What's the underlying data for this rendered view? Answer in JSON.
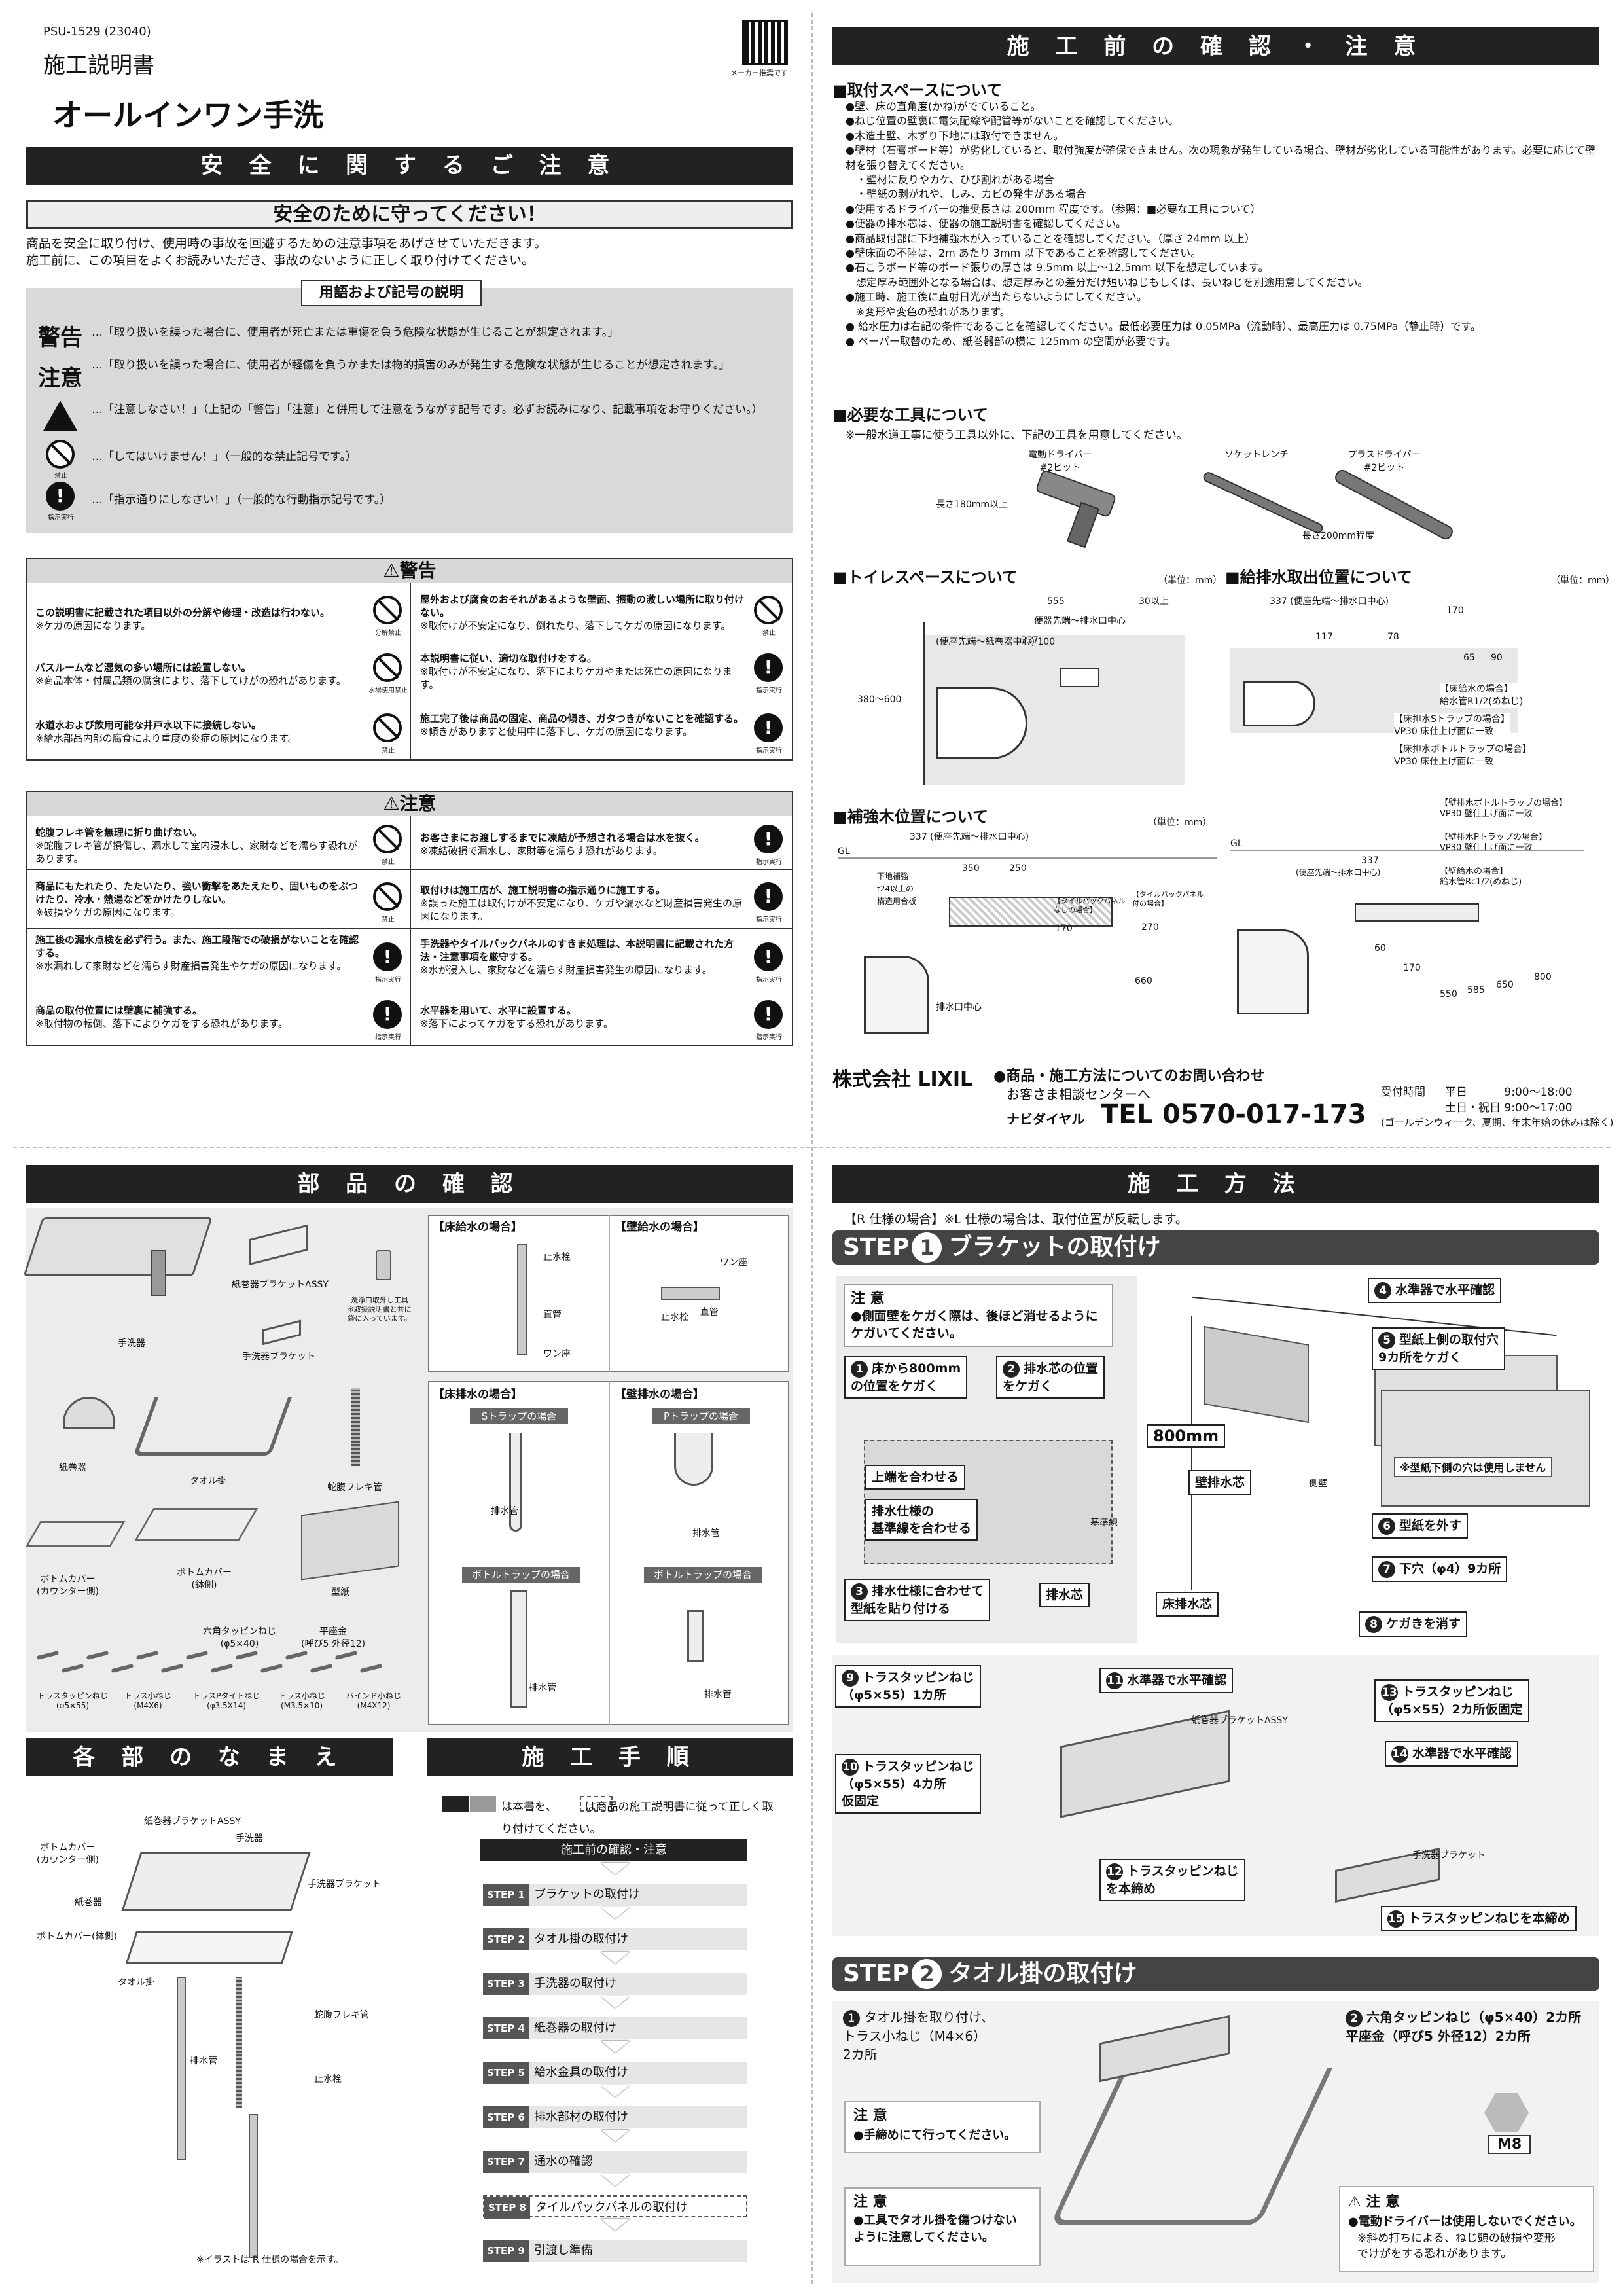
{
  "doc_code": "PSU-1529 (23040)",
  "doc_type": "施工説明書",
  "product": "オールインワン手洗",
  "qr_note": "メーカー推奨です",
  "safety": {
    "header": "安 全 に 関 す る ご 注 意",
    "subheader": "安全のために守ってください！",
    "intro1": "商品を安全に取り付け、使用時の事故を回避するための注意事項をあげさせていただきます。",
    "intro2": "施工前に、この項目をよくお読みいただき、事故のないように正しく取り付けてください。",
    "terms_title": "用語および記号の説明",
    "terms": [
      {
        "key": "警告",
        "text": "…「取り扱いを誤った場合に、使用者が死亡または重傷を負う危険な状態が生じることが想定されます。」"
      },
      {
        "key": "注意",
        "text": "…「取り扱いを誤った場合に、使用者が軽傷を負うかまたは物的損害のみが発生する危険な状態が生じることが想定されます。」"
      },
      {
        "key": "",
        "text": "…「注意しなさい！」（上記の「警告」「注意」と併用して注意をうながす記号です。必ずお読みになり、記載事項をお守りください。）"
      },
      {
        "key": "",
        "text": "…「してはいけません！」（一般的な禁止記号です。）",
        "icon_label": "禁止"
      },
      {
        "key": "",
        "text": "…「指示通りにしなさい！」（一般的な行動指示記号です。）",
        "icon_label": "指示実行"
      }
    ],
    "warning_title": "警告",
    "warnings": [
      {
        "t": "この説明書に記載された項目以外の分解や修理・改造は行わない。",
        "s": "※ケガの原因になります。",
        "icon": "分解禁止"
      },
      {
        "t": "屋外および腐食のおそれがあるような壁面、振動の激しい場所に取り付けない。",
        "s": "※取付けが不安定になり、倒れたり、落下してケガの原因になります。",
        "icon": "禁止"
      },
      {
        "t": "バスルームなど湿気の多い場所には設置しない。",
        "s": "※商品本体・付属品類の腐食により、落下してけがの恐れがあります。",
        "icon": "水場使用禁止"
      },
      {
        "t": "本説明書に従い、適切な取付けをする。",
        "s": "※取付けが不安定になり、落下によりケガやまたは死亡の原因になります。",
        "icon": "指示実行"
      },
      {
        "t": "水道水および飲用可能な井戸水以下に接続しない。",
        "s": "※給水部品内部の腐食により重度の炎症の原因になります。",
        "icon": "禁止"
      },
      {
        "t": "施工完了後は商品の固定、商品の傾き、ガタつきがないことを確認する。",
        "s": "※傾きがありますと使用中に落下し、ケガの原因になります。",
        "icon": "指示実行"
      }
    ],
    "caution_title": "注意",
    "cautions": [
      {
        "t": "蛇腹フレキ管を無理に折り曲げない。",
        "s": "※蛇腹フレキ管が損傷し、漏水して室内浸水し、家財などを濡らす恐れがあります。",
        "icon": "禁止"
      },
      {
        "t": "お客さまにお渡しするまでに凍結が予想される場合は水を抜く。",
        "s": "※凍結破損で漏水し、家財等を濡らす恐れがあります。",
        "icon": "指示実行"
      },
      {
        "t": "商品にもたれたり、たたいたり、強い衝撃をあたえたり、固いものをぶつけたり、冷水・熱湯などをかけたりしない。",
        "s": "※破損やケガの原因になります。",
        "icon": "禁止"
      },
      {
        "t": "取付けは施工店が、施工説明書の指示通りに施工する。",
        "s": "※誤った施工は取付けが不安定になり、ケガや漏水など財産損害発生の原因になります。",
        "icon": "指示実行"
      },
      {
        "t": "施工後の漏水点検を必ず行う。また、施工段階での破損がないことを確認する。",
        "s": "※水漏れして家財などを濡らす財産損害発生やケガの原因になります。",
        "icon": "指示実行"
      },
      {
        "t": "手洗器やタイルパックパネルのすきま処理は、本説明書に記載された方法・注意事項を厳守する。",
        "s": "※水が浸入し、家財などを濡らす財産損害発生の原因になります。",
        "icon": "指示実行"
      },
      {
        "t": "商品の取付位置には壁裏に補強する。",
        "s": "※取付物の転倒、落下によりケガをする恐れがあります。",
        "icon": "指示実行"
      },
      {
        "t": "水平器を用いて、水平に設置する。",
        "s": "※落下によってケガをする恐れがあります。",
        "icon": "指示実行"
      }
    ]
  },
  "precheck": {
    "header": "施 工 前 の 確 認 ・ 注 意",
    "space_title": "■取付スペースについて",
    "space_items": [
      "●壁、床の直角度(かね)がでていること。",
      "●ねじ位置の壁裏に電気配線や配管等がないことを確認してください。",
      "●木造土壁、木ずり下地には取付できません。",
      "●壁材（石膏ボード等）が劣化していると、取付強度が確保できません。次の現象が発生している場合、壁材が劣化している可能性があります。必要に応じて壁材を張り替えてください。",
      "　・壁材に反りやカケ、ひび割れがある場合",
      "　・壁紙の剥がれや、しみ、カビの発生がある場合",
      "●使用するドライバーの推奨長さは 200mm 程度です。（参照：■必要な工具について）",
      "●便器の排水芯は、便器の施工説明書を確認してください。",
      "●商品取付部に下地補強木が入っていることを確認してください。（厚さ 24mm 以上）",
      "●壁床面の不陸は、2m あたり 3mm 以下であることを確認してください。",
      "●石こうボード等のボード張りの厚さは 9.5mm 以上～12.5mm 以下を想定しています。",
      "　想定厚み範囲外となる場合は、想定厚みとの差分だけ短いねじもしくは、長いねじを別途用意してください。",
      "●施工時、施工後に直射日光が当たらないようにしてください。",
      "　※変形や変色の恐れがあります。",
      "● 給水圧力は右記の条件であることを確認してください。最低必要圧力は 0.05MPa（流動時）、最高圧力は 0.75MPa（静止時）です。",
      "● ペーパー取替のため、紙巻器部の横に 125mm の空間が必要です。"
    ],
    "tools_title": "■必要な工具について",
    "tools_note": "※一般水道工事に使う工具以外に、下記の工具を用意してください。",
    "tools": [
      {
        "name": "電動ドライバー\n#2ビット",
        "len": "長さ180mm以上"
      },
      {
        "name": "ソケットレンチ",
        "len": ""
      },
      {
        "name": "プラスドライバー\n#2ビット",
        "len": "長さ200mm程度"
      }
    ],
    "toilet_title": "■トイレスペースについて",
    "supply_title": "■給排水取出位置について",
    "wood_title": "■補強木位置について",
    "unit": "（単位：mm）",
    "toilet_dims": {
      "a": "555",
      "b": "30以上",
      "c": "337",
      "d": "(便座先端～紙巻器中心) 100",
      "e": "380～600",
      "f": "便器先端～排水口中心"
    },
    "supply_dims": {
      "a": "337 (便座先端～排水口中心)",
      "b": "170",
      "c": "117",
      "d": "78",
      "e": "65",
      "f": "90",
      "g": "【床給水の場合】\n給水管R1/2(めねじ)",
      "h": "【床排水Sトラップの場合】\nVP30 床仕上げ面に一致",
      "i": "【床排水ボトルトラップの場合】\nVP30 床仕上げ面に一致"
    },
    "wood_dims": {
      "a": "337 (便座先端～排水口中心)",
      "b": "350",
      "c": "250",
      "d": "170",
      "e": "270",
      "f": "660",
      "g": "下地補強\nt24以上の\n構造用合板",
      "h": "排水口中心",
      "i": "【タイルパックパネルなしの場合】",
      "j": "【タイルパックパネル付の場合】"
    },
    "wall_dims": {
      "a": "337",
      "b": "(便座先端～排水口中心)",
      "c": "60",
      "d": "170",
      "e": "550",
      "f": "585",
      "g": "650",
      "h": "800",
      "i": "【壁排水ボトルトラップの場合】\nVP30 壁仕上げ面に一致",
      "j": "【壁排水Pトラップの場合】\nVP30 壁仕上げ面に一致",
      "k": "【壁給水の場合】\n給水管Rc1/2(めねじ)"
    },
    "company": "株式会社 LIXIL",
    "inquiry": "●商品・施工方法についてのお問い合わせ",
    "center": "お客さま相談センターへ",
    "navi": "ナビダイヤル",
    "tel": "TEL 0570-017-173",
    "hours_label": "受付時間",
    "hours1": "平日　　　 9:00～18:00",
    "hours2": "土日・祝日 9:00～17:00",
    "hours_note": "(ゴールデンウィーク、夏期、年末年始の休みは除く)"
  },
  "parts": {
    "header": "部 品 の 確 認",
    "items": [
      "手洗器",
      "紙巻器ブラケットASSY",
      "洗浄口取外し工具\n※取扱説明書と共に\n袋に入っています。",
      "手洗器ブラケット",
      "紙巻器",
      "タオル掛",
      "蛇腹フレキ管",
      "ボトムカバー\n(カウンター側)",
      "ボトムカバー\n(鉢側)",
      "型紙",
      "六角タッピンねじ\n(φ5×40)",
      "平座金\n(呼び5 外径12)",
      "トラスタッピンねじ\n(φ5×55)",
      "トラス小ねじ\n(M4X6)",
      "トラスPタイトねじ\n(φ3.5X14)",
      "トラス小ねじ\n(M3.5×10)",
      "バインド小ねじ\n(M4X12)"
    ],
    "floor_supply": "【床給水の場合】",
    "wall_supply": "【壁給水の場合】",
    "fs_parts": [
      "止水栓",
      "直管",
      "ワン座"
    ],
    "ws_parts": [
      "ワン座",
      "止水栓",
      "直管"
    ],
    "floor_drain": "【床排水の場合】",
    "wall_drain": "【壁排水の場合】",
    "s_trap": "Sトラップの場合",
    "p_trap": "Pトラップの場合",
    "bottle1": "ボトルトラップの場合",
    "bottle2": "ボトルトラップの場合",
    "drain_pipe": "排水管"
  },
  "names": {
    "header": "各 部 の な ま え",
    "labels": [
      "紙巻器ブラケットASSY",
      "手洗器",
      "ボトムカバー\n(カウンター側)",
      "手洗器ブラケット",
      "紙巻器",
      "ボトムカバー(鉢側)",
      "タオル掛",
      "蛇腹フレキ管",
      "排水管",
      "止水栓"
    ],
    "note": "※イラストは R 仕様の場合を示す。"
  },
  "procedure": {
    "header": "施 工 手 順",
    "legend": "は本書を、　　　は商品の施工説明書に従って正しく取り付けてください。",
    "steps": [
      {
        "s": "",
        "t": "施工前の確認・注意"
      },
      {
        "s": "STEP 1",
        "t": "ブラケットの取付け"
      },
      {
        "s": "STEP 2",
        "t": "タオル掛の取付け"
      },
      {
        "s": "STEP 3",
        "t": "手洗器の取付け"
      },
      {
        "s": "STEP 4",
        "t": "紙巻器の取付け"
      },
      {
        "s": "STEP 5",
        "t": "給水金具の取付け"
      },
      {
        "s": "STEP 6",
        "t": "排水部材の取付け"
      },
      {
        "s": "STEP 7",
        "t": "通水の確認"
      },
      {
        "s": "STEP 8",
        "t": "タイルパックパネルの取付け"
      },
      {
        "s": "STEP 9",
        "t": "引渡し準備"
      }
    ]
  },
  "method": {
    "header": "施 工 方 法",
    "note": "【R 仕様の場合】※L 仕様の場合は、取付位置が反転します。",
    "step1": "ブラケットの取付け",
    "caution_title": "注 意",
    "caution_text": "●側面壁をケガく際は、後ほど消せるようにケガいてください。",
    "s1": [
      {
        "n": "1",
        "t": "床から800mm\nの位置をケガく"
      },
      {
        "n": "2",
        "t": "排水芯の位置\nをケガく"
      },
      {
        "n": "3",
        "t": "排水仕様に合わせて\n型紙を貼り付ける"
      },
      {
        "n": "4",
        "t": "水準器で水平確認"
      },
      {
        "n": "5",
        "t": "型紙上側の取付穴\n9カ所をケガく"
      },
      {
        "n": "6",
        "t": "型紙を外す"
      },
      {
        "n": "7",
        "t": "下穴（φ4）9カ所"
      },
      {
        "n": "8",
        "t": "ケガきを消す"
      }
    ],
    "align_top": "上端を合わせる",
    "align_drain": "排水仕様の\n基準線を合わせる",
    "drain_center": "排水芯",
    "wall_drain_center": "壁排水芯",
    "floor_drain_center": "床排水芯",
    "base_line": "基準線",
    "side_wall": "側壁",
    "mm800": "800mm",
    "template_note": "※型紙下側の穴は使用しません",
    "s1b": [
      {
        "n": "9",
        "t": "トラスタッピンねじ\n（φ5×55）1カ所"
      },
      {
        "n": "10",
        "t": "トラスタッピンねじ\n（φ5×55）4カ所\n仮固定"
      },
      {
        "n": "11",
        "t": "水準器で水平確認"
      },
      {
        "n": "12",
        "t": "トラスタッピンねじ\nを本締め"
      },
      {
        "n": "13",
        "t": "トラスタッピンねじ\n（φ5×55）2カ所仮固定"
      },
      {
        "n": "14",
        "t": "水準器で水平確認"
      },
      {
        "n": "15",
        "t": "トラスタッピンねじを本締め"
      }
    ],
    "bracket_assy": "紙巻器ブラケットASSY",
    "sink_bracket": "手洗器ブラケット",
    "step2": "タオル掛の取付け",
    "s2_1": "タオル掛を取り付け、\nトラス小ねじ（M4×6）\n2カ所",
    "s2_c1": "●手締めにて行ってください。",
    "s2_c2": "●工具でタオル掛を傷つけない\nように注意してください。",
    "s2_2": "六角タッピンねじ（φ5×40）2カ所\n平座金（呼び5 外径12）2カ所",
    "m8": "M8",
    "s2_c3_title": "注 意",
    "s2_c3a": "●電動ドライバーは使用しないでください。",
    "s2_c3b": "※斜め打ちによる、ねじ頭の破損や変形\nでけがをする恐れがあります。"
  }
}
